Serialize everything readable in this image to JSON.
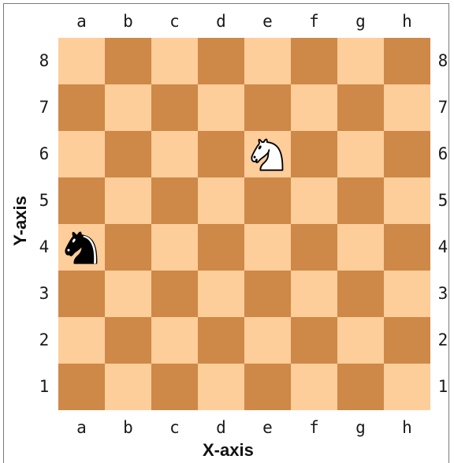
{
  "board": {
    "files": [
      "a",
      "b",
      "c",
      "d",
      "e",
      "f",
      "g",
      "h"
    ],
    "ranks": [
      "8",
      "7",
      "6",
      "5",
      "4",
      "3",
      "2",
      "1"
    ],
    "colors": {
      "light": "#fdcd9a",
      "dark": "#ce8847"
    },
    "pieces": [
      {
        "type": "knight",
        "color": "white",
        "square": "e6",
        "icon": "white-knight-icon"
      },
      {
        "type": "knight",
        "color": "black",
        "square": "a4",
        "icon": "black-knight-icon"
      }
    ]
  },
  "axes": {
    "x_label": "X-axis",
    "y_label": "Y-axis"
  }
}
